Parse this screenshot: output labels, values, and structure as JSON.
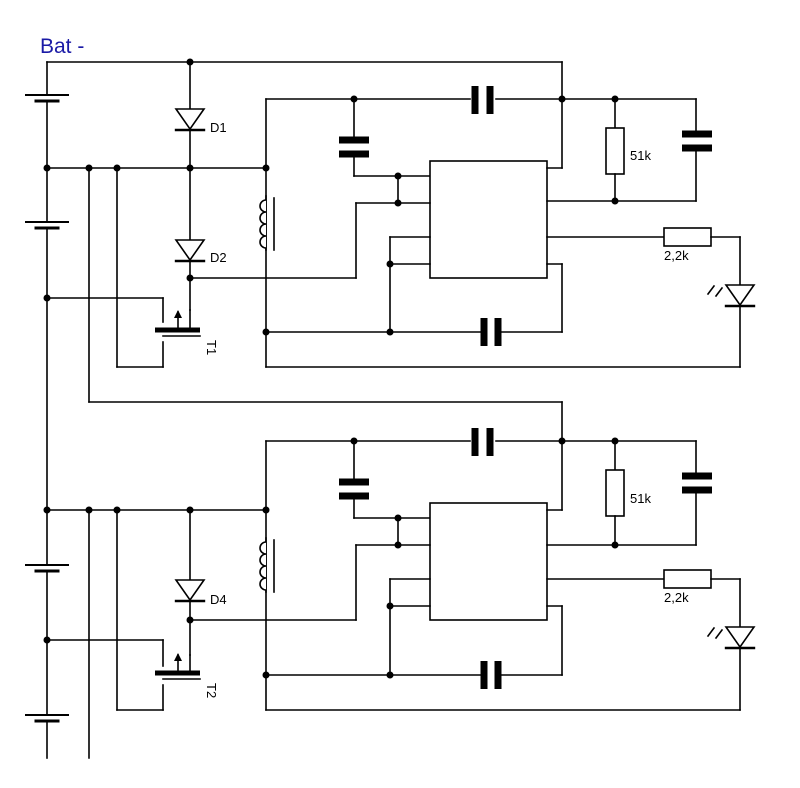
{
  "title": "Bat -",
  "labels": {
    "d1": "D1",
    "d2": "D2",
    "d4": "D4",
    "t1": "T1",
    "t2": "T2",
    "r1_top": "51k",
    "r2_top": "2,2k",
    "r1_bottom": "51k",
    "r2_bottom": "2,2k"
  },
  "colors": {
    "title": "#1a1aa6",
    "wire": "#000000"
  }
}
